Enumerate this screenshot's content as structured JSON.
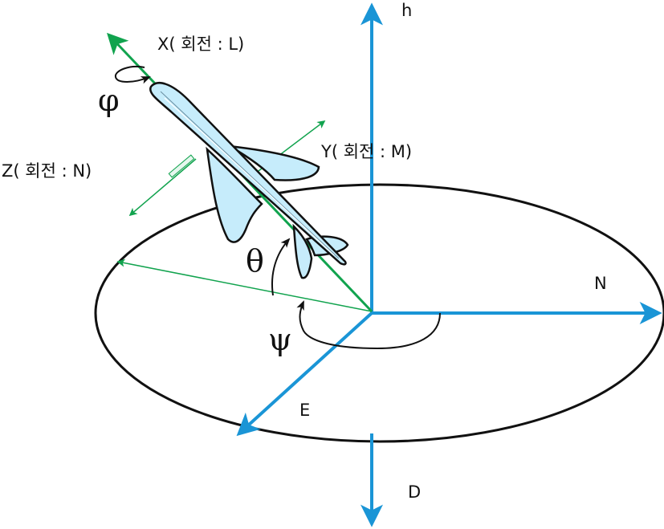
{
  "labels": {
    "h": "h",
    "n": "N",
    "e": "E",
    "d": "D",
    "x_axis": "X( 회전 : L)",
    "y_axis": "Y( 회전 : M)",
    "z_axis": "Z( 회전 : N)",
    "phi": "φ",
    "theta": "θ",
    "psi": "ψ"
  },
  "colors": {
    "earth_axis": "#1a95d6",
    "body_axis": "#11a34e",
    "aircraft_fill": "#c6ecfb",
    "outline": "#111111"
  }
}
